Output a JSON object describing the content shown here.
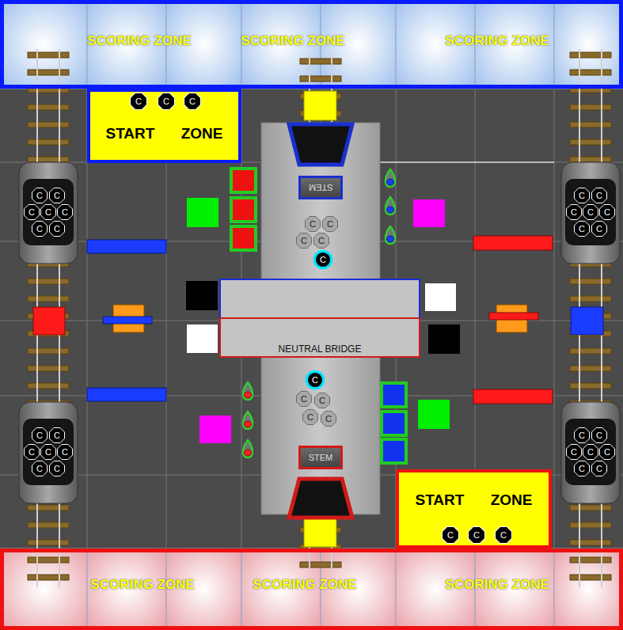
{
  "diagram": {
    "nodes": [
      {
        "text": [
          "SCORING ZONE",
          "SCORING ZONE",
          "SCORING ZONE"
        ]
      },
      {
        "text": [
          "START ZONE"
        ]
      },
      {
        "text": [
          "C"
        ],
        "in": 1
      },
      {
        "text": [
          "C"
        ],
        "in": 1
      },
      {
        "text": [
          "C"
        ],
        "in": 1
      },
      {
        "text": [
          "STEM"
        ]
      },
      {
        "text": [
          "C"
        ]
      },
      {
        "text": [
          "C"
        ]
      },
      {
        "text": [
          "C"
        ]
      },
      {
        "text": [
          "C"
        ]
      },
      {
        "text": [
          "C"
        ]
      },
      {
        "text": [
          "C"
        ]
      },
      {
        "text": [
          "C"
        ]
      },
      {
        "text": [
          "C"
        ]
      },
      {
        "text": [
          "C"
        ]
      },
      {
        "text": [
          "C"
        ]
      },
      {
        "text": [
          "C"
        ]
      },
      {
        "text": [
          "C"
        ]
      },
      {
        "text": [
          "C"
        ]
      },
      {
        "text": [
          "C"
        ]
      },
      {
        "text": [
          "C"
        ]
      },
      {
        "text": [
          "C"
        ]
      },
      {
        "text": [
          "C"
        ]
      },
      {
        "text": [
          "C"
        ]
      },
      {
        "text": [
          "C"
        ]
      },
      {
        "text": [
          "NEUTRAL BRIDGE"
        ]
      },
      {
        "text": [
          "C"
        ]
      },
      {
        "text": [
          "C"
        ]
      },
      {
        "text": [
          "C"
        ]
      },
      {
        "text": [
          "C"
        ]
      },
      {
        "text": [
          "C"
        ]
      },
      {
        "text": [
          "STEM"
        ]
      },
      {
        "text": [
          "C"
        ]
      },
      {
        "text": [
          "C"
        ]
      },
      {
        "text": [
          "C"
        ]
      },
      {
        "text": [
          "C"
        ]
      },
      {
        "text": [
          "C"
        ]
      },
      {
        "text": [
          "C"
        ]
      },
      {
        "text": [
          "C"
        ]
      },
      {
        "text": [
          "C"
        ]
      },
      {
        "text": [
          "C"
        ]
      },
      {
        "text": [
          "C"
        ]
      },
      {
        "text": [
          "C"
        ]
      },
      {
        "text": [
          "C"
        ]
      },
      {
        "text": [
          "C"
        ]
      },
      {
        "text": [
          "C"
        ]
      },
      {
        "text": [
          "START ZONE"
        ]
      },
      {
        "text": [
          "C"
        ],
        "in": 46
      },
      {
        "text": [
          "C"
        ],
        "in": 46
      },
      {
        "text": [
          "C"
        ],
        "in": 46
      },
      {
        "text": [
          "SCORING ZONE",
          "SCORING ZONE",
          "SCORING ZONE"
        ]
      }
    ]
  }
}
